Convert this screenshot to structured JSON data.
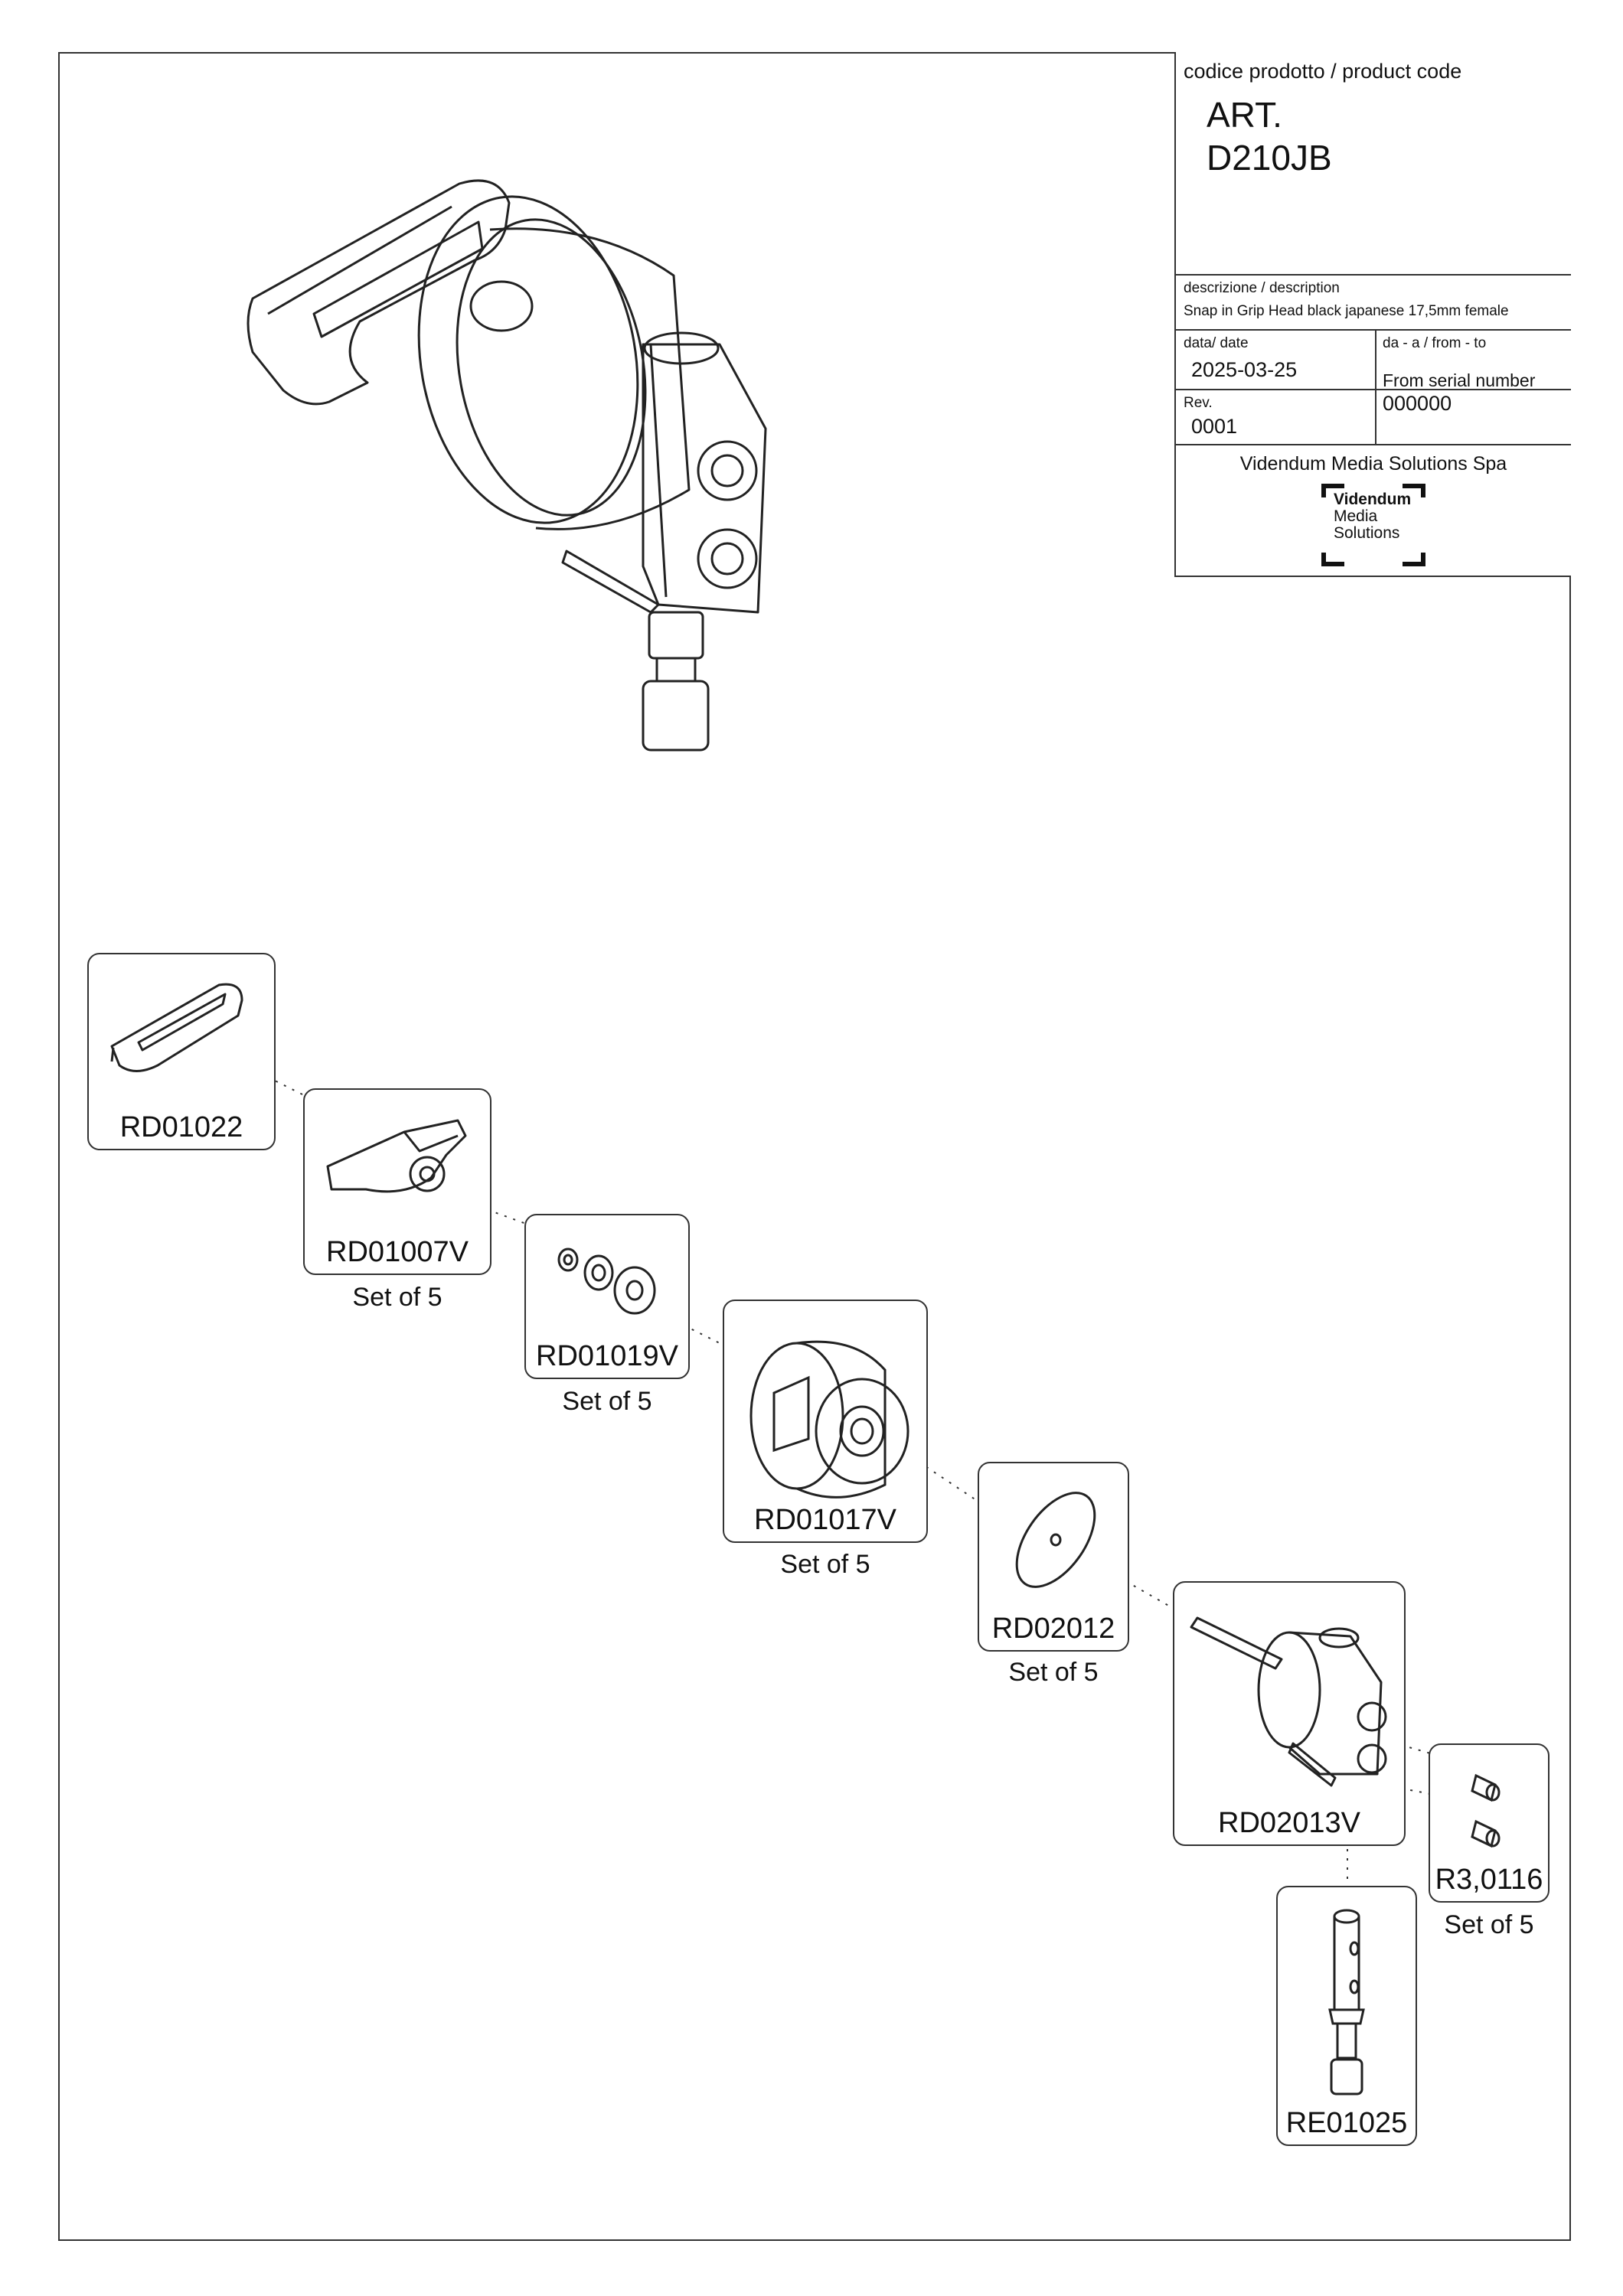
{
  "title_block": {
    "code_label": "codice prodotto / product code",
    "art_line1": "ART.",
    "art_line2": "D210JB",
    "description_label": "descrizione / description",
    "description": "Snap in Grip Head black japanese 17,5mm female",
    "date_label": "data/ date",
    "date": "2025-03-25",
    "from_to_label": "da - a / from - to",
    "from_text": "From serial number",
    "serial": "000000",
    "rev_label": "Rev.",
    "rev": "0001",
    "company": "Videndum Media Solutions Spa",
    "logo_lines": [
      "Videndum",
      "Media",
      "Solutions"
    ]
  },
  "parts": [
    {
      "code": "RD01022",
      "set": ""
    },
    {
      "code": "RD01007V",
      "set": "Set of 5"
    },
    {
      "code": "RD01019V",
      "set": "Set of 5"
    },
    {
      "code": "RD01017V",
      "set": "Set of 5"
    },
    {
      "code": "RD02012",
      "set": "Set of 5"
    },
    {
      "code": "RD02013V",
      "set": ""
    },
    {
      "code": "R3,0116",
      "set": "Set of 5"
    },
    {
      "code": "RE01025",
      "set": ""
    }
  ]
}
